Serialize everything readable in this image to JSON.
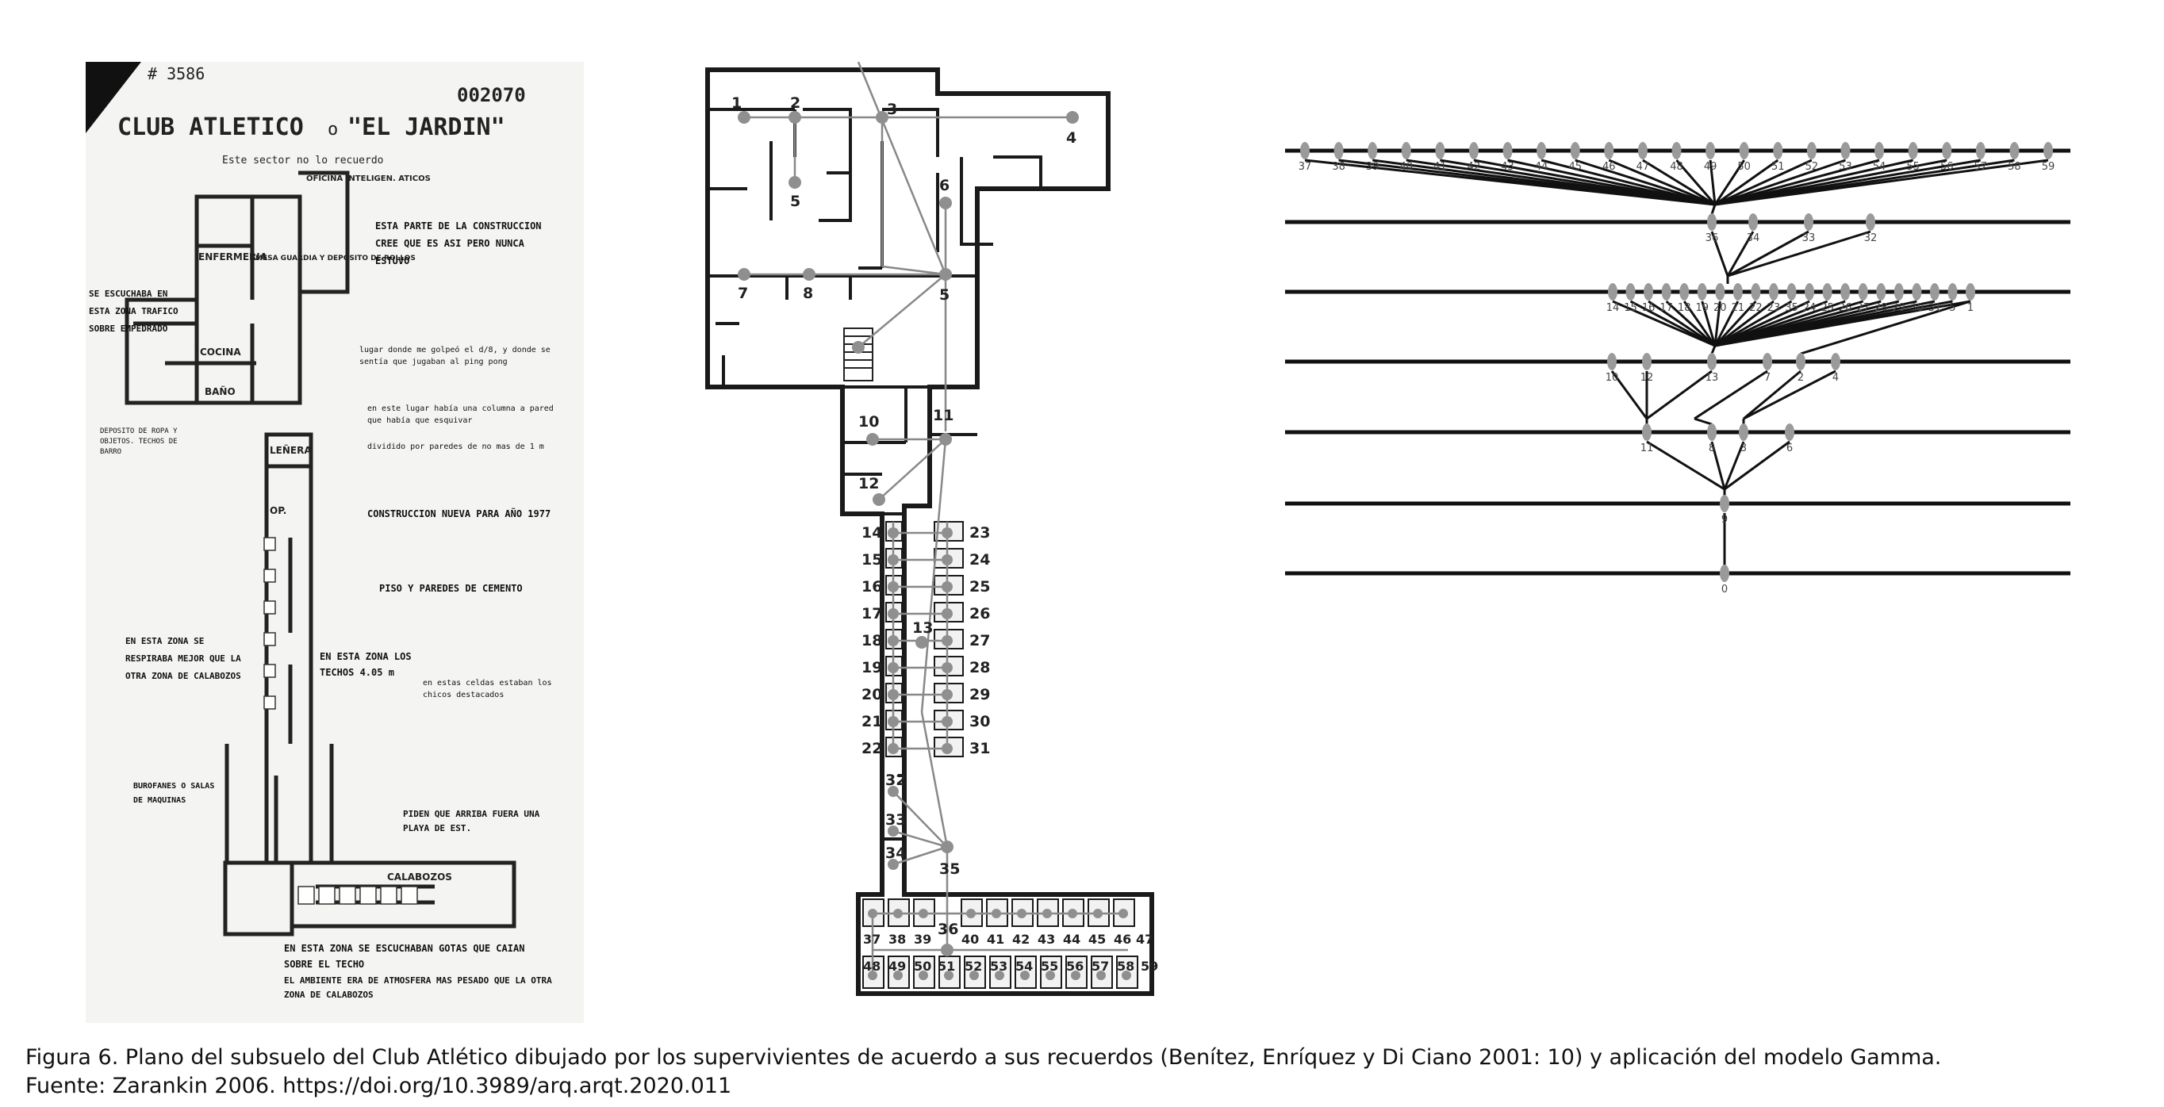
{
  "sketch": {
    "corner_code": "# 3586",
    "doc_number": "002070",
    "title_main": "CLUB ATLETICO",
    "title_connector": "o",
    "title_alt": "\"EL JARDIN\"",
    "sector_note": "Este sector no lo recuerdo",
    "rooms": {
      "enfermeria": "ENFERMERIA",
      "oficina": "OFICINA INTELIGEN. ATICOS",
      "mesa": "MESA GUARDIA Y DEPOSITO DE ROLLOS",
      "cocina": "COCINA",
      "bano": "BAÑO",
      "lonera": "LEÑERA",
      "op": "OP.",
      "calabozos": "CALABOZOS"
    },
    "notes": {
      "construccion_parte": "ESTA PARTE DE LA CONSTRUCCION CREE QUE ES ASI PERO NUNCA ESTUVO",
      "escuchaba": "SE ESCUCHABA EN ESTA ZONA TRAFICO SOBRE EMPEDRADO",
      "deposito": "DEPOSITO DE ROPA Y OBJETOS. TECHOS DE BARRO",
      "golpes": "lugar donde me golpeó el d/8, y donde se sentía que jugaban al ping pong",
      "columnas": "en este lugar había una columna a pared que había que esquivar",
      "dividido": "dividido por paredes de no mas de 1 m",
      "construccion_nueva": "CONSTRUCCION NUEVA PARA AÑO 1977",
      "piso": "PISO Y PAREDES DE CEMENTO",
      "zona_respiraba": "EN ESTA ZONA SE RESPIRABA MEJOR QUE LA OTRA ZONA DE CALABOZOS",
      "techos": "EN ESTA ZONA LOS TECHOS 4.05 m",
      "celdas": "en estas celdas estaban los chicos destacados",
      "burofanes": "BUROFANES O SALAS DE MAQUINAS",
      "piden": "PIDEN QUE ARRIBA FUERA UNA PLAYA DE EST.",
      "zona_escuchaban": "EN ESTA ZONA SE ESCUCHABAN GOTAS QUE CAIAN SOBRE EL TECHO",
      "ambiente": "EL AMBIENTE ERA DE ATMOSFERA MAS PESADO QUE LA OTRA ZONA DE CALABOZOS"
    }
  },
  "plan": {
    "node_labels": [
      "1",
      "2",
      "3",
      "4",
      "5",
      "6",
      "7",
      "8",
      "5",
      "10",
      "11",
      "12",
      "13",
      "14",
      "15",
      "16",
      "17",
      "18",
      "19",
      "20",
      "21",
      "22",
      "23",
      "24",
      "25",
      "26",
      "27",
      "28",
      "29",
      "30",
      "31",
      "32",
      "33",
      "34",
      "35",
      "36",
      "37",
      "38",
      "39",
      "40",
      "41",
      "42",
      "43",
      "44",
      "45",
      "46",
      "47",
      "48",
      "49",
      "50",
      "51",
      "52",
      "53",
      "54",
      "55",
      "56",
      "57",
      "58",
      "59"
    ]
  },
  "gamma": {
    "level1": [
      "37",
      "38",
      "39",
      "40",
      "41",
      "42",
      "43",
      "44",
      "45",
      "46",
      "47",
      "48",
      "49",
      "50",
      "51",
      "52",
      "53",
      "54",
      "55",
      "56",
      "57",
      "58",
      "59"
    ],
    "level2": [
      "36",
      "34",
      "33",
      "32"
    ],
    "level3": [
      "14",
      "15",
      "16",
      "17",
      "18",
      "19",
      "20",
      "21",
      "22",
      "23",
      "35",
      "24",
      "25",
      "26",
      "27",
      "28",
      "29",
      "30",
      "31",
      "5",
      "1"
    ],
    "level4": [
      "10",
      "12",
      "13",
      "7",
      "2",
      "4"
    ],
    "level5": [
      "11",
      "8",
      "3",
      "6"
    ],
    "level6": [
      "9"
    ],
    "level7": [
      "0"
    ],
    "colors": {
      "node": "#9a9a9a",
      "line": "#111111"
    }
  },
  "caption": {
    "line1": "Figura 6. Plano del subsuelo del Club Atlético dibujado por los supervivientes de acuerdo a sus recuerdos (Benítez, Enríquez y Di Ciano 2001: 10) y aplicación del modelo Gamma.",
    "line2": "Fuente: Zarankin 2006. https://doi.org/10.3989/arq.arqt.2020.011"
  }
}
